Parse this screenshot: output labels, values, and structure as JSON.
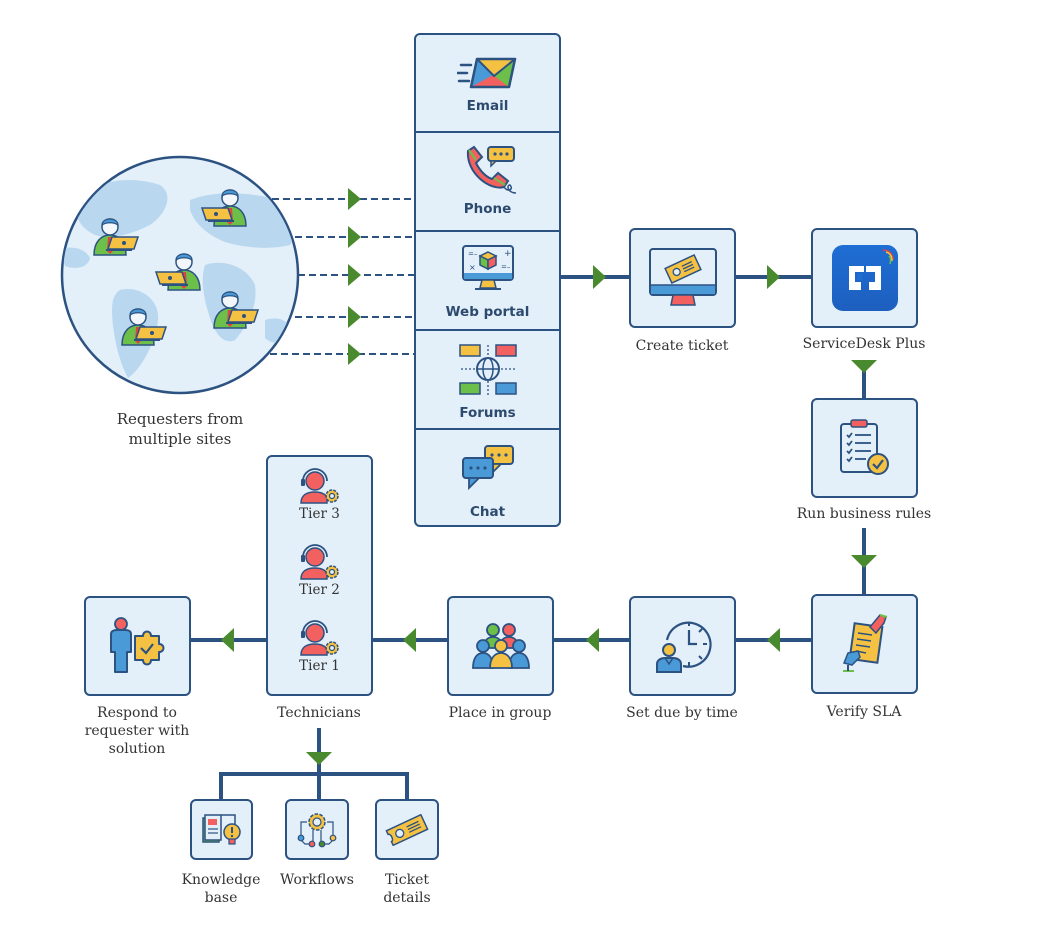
{
  "diagram": {
    "title": "ServiceDesk Plus ticket workflow",
    "colors": {
      "line": "#2c5282",
      "arrow": "#4a8a2e",
      "box_fill": "#e3eff9",
      "globe_fill": "#e3eff9",
      "land": "#b9d8ef"
    },
    "requesters": {
      "label": "Requesters from\nmultiple sites",
      "count": 5
    },
    "channels": [
      {
        "label": "Email",
        "icon": "email-icon"
      },
      {
        "label": "Phone",
        "icon": "phone-icon"
      },
      {
        "label": "Web portal",
        "icon": "web-portal-icon"
      },
      {
        "label": "Forums",
        "icon": "forums-icon"
      },
      {
        "label": "Chat",
        "icon": "chat-icon"
      }
    ],
    "steps": {
      "create_ticket": {
        "label": "Create ticket",
        "icon": "ticket-monitor-icon"
      },
      "servicedesk": {
        "label": "ServiceDesk Plus",
        "icon": "servicedesk-logo-icon"
      },
      "business_rules": {
        "label": "Run business rules",
        "icon": "clipboard-check-icon"
      },
      "verify_sla": {
        "label": "Verify SLA",
        "icon": "document-handover-icon"
      },
      "due_time": {
        "label": "Set due by time",
        "icon": "clock-user-icon"
      },
      "place_group": {
        "label": "Place in group",
        "icon": "group-icon"
      },
      "technicians": {
        "label": "Technicians",
        "tiers": [
          "Tier 3",
          "Tier 2",
          "Tier 1"
        ]
      },
      "respond": {
        "label": "Respond to\nrequester with\nsolution",
        "icon": "user-puzzle-icon"
      }
    },
    "resources": [
      {
        "label": "Knowledge\nbase",
        "icon": "knowledge-base-icon"
      },
      {
        "label": "Workflows",
        "icon": "workflow-icon"
      },
      {
        "label": "Ticket\ndetails",
        "icon": "ticket-icon"
      }
    ]
  }
}
